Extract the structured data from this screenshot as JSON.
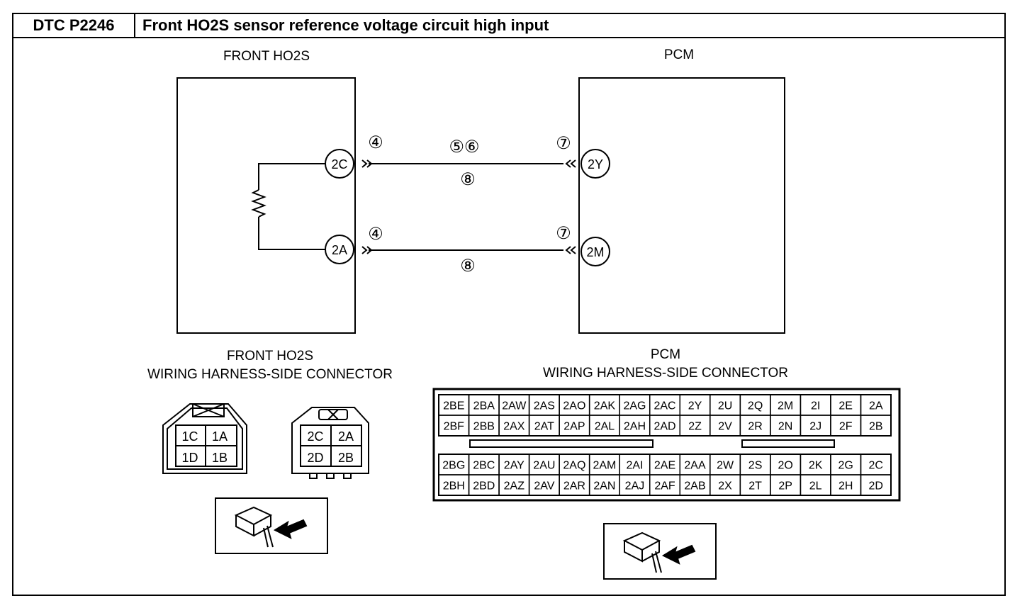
{
  "header": {
    "dtc_code": "DTC P2246",
    "title": "Front HO2S sensor reference voltage circuit high input"
  },
  "schematic": {
    "left_block_label": "FRONT HO2S",
    "right_block_label": "PCM",
    "left_pins": [
      "2C",
      "2A"
    ],
    "right_pins": [
      "2Y",
      "2M"
    ],
    "wire1_marks": {
      "left": "④",
      "mid_top": "⑤⑥",
      "mid_bottom": "⑧",
      "right": "⑦"
    },
    "wire2_marks": {
      "left": "④",
      "mid_bottom": "⑧",
      "right": "⑦"
    }
  },
  "ho2s_connector": {
    "title_line1": "FRONT HO2S",
    "title_line2": "WIRING HARNESS-SIDE CONNECTOR",
    "sensor_side_pins": [
      "1C",
      "1A",
      "1D",
      "1B"
    ],
    "harness_side_pins": [
      "2C",
      "2A",
      "2D",
      "2B"
    ]
  },
  "pcm_connector": {
    "title_line1": "PCM",
    "title_line2": "WIRING HARNESS-SIDE CONNECTOR",
    "row1": [
      "2BE",
      "2BA",
      "2AW",
      "2AS",
      "2AO",
      "2AK",
      "2AG",
      "2AC",
      "2Y",
      "2U",
      "2Q",
      "2M",
      "2I",
      "2E",
      "2A"
    ],
    "row2": [
      "2BF",
      "2BB",
      "2AX",
      "2AT",
      "2AP",
      "2AL",
      "2AH",
      "2AD",
      "2Z",
      "2V",
      "2R",
      "2N",
      "2J",
      "2F",
      "2B"
    ],
    "row3": [
      "2BG",
      "2BC",
      "2AY",
      "2AU",
      "2AQ",
      "2AM",
      "2AI",
      "2AE",
      "2AA",
      "2W",
      "2S",
      "2O",
      "2K",
      "2G",
      "2C"
    ],
    "row4": [
      "2BH",
      "2BD",
      "2AZ",
      "2AV",
      "2AR",
      "2AN",
      "2AJ",
      "2AF",
      "2AB",
      "2X",
      "2T",
      "2P",
      "2L",
      "2H",
      "2D"
    ]
  },
  "colors": {
    "line": "#000000",
    "background": "#ffffff"
  }
}
